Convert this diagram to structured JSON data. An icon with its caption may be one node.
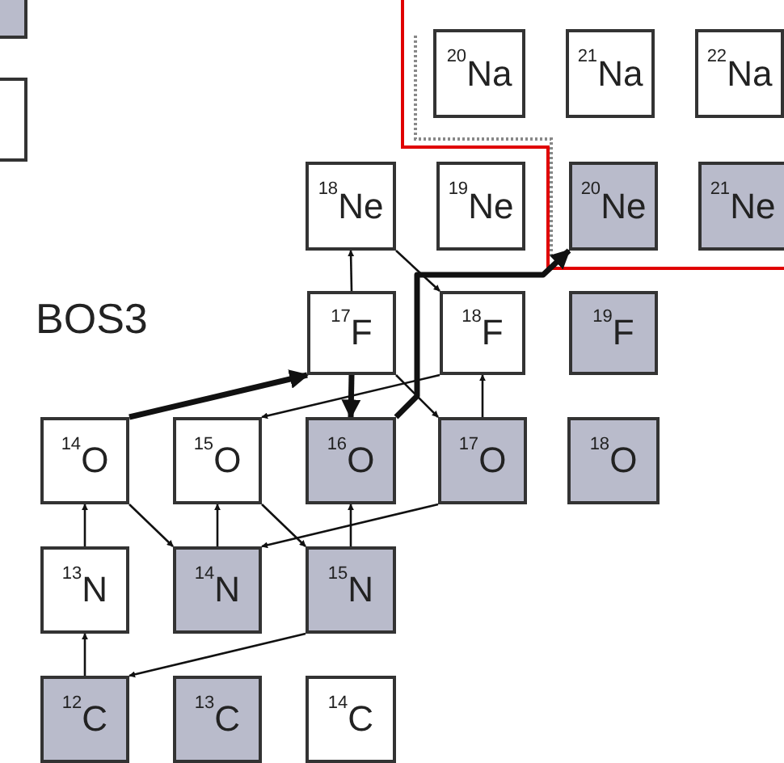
{
  "diagram": {
    "nodes": [
      {
        "text": [],
        "shape": "box"
      },
      {
        "text": [],
        "shape": "box"
      },
      {
        "text": [
          "$^{20}$Na"
        ]
      },
      {
        "text": [
          "$^{21}$Na"
        ]
      },
      {
        "text": [
          "$^{22}$Na"
        ]
      },
      {
        "text": [
          "$^{18}$Ne"
        ]
      },
      {
        "text": [
          "$^{19}$Ne"
        ]
      },
      {
        "text": [
          "$^{20}$Ne"
        ]
      },
      {
        "text": [
          "$^{21}$Ne"
        ]
      },
      {
        "text": [
          "$^{17}$F"
        ]
      },
      {
        "text": [
          "$^{18}$F"
        ]
      },
      {
        "text": [
          "$^{19}$F"
        ]
      },
      {
        "text": [
          "$^{14}$O"
        ]
      },
      {
        "text": [
          "$^{15}$O"
        ]
      },
      {
        "text": [
          "$^{16}$O"
        ]
      },
      {
        "text": [
          "$^{17}$O"
        ]
      },
      {
        "text": [
          "$^{18}$O"
        ]
      },
      {
        "text": [
          "$^{13}$N"
        ]
      },
      {
        "text": [
          "$^{14}$N"
        ]
      },
      {
        "text": [
          "$^{15}$N"
        ]
      },
      {
        "text": [
          "$^{12}$C"
        ]
      },
      {
        "text": [
          "$^{13}$C"
        ]
      },
      {
        "text": [
          "$^{14}$C"
        ]
      }
    ],
    "edges": [
      {
        "from": 20,
        "to": 17,
        "arrow": "to"
      },
      {
        "from": 17,
        "to": 12,
        "arrow": "to"
      },
      {
        "from": 12,
        "to": 18,
        "arrow": "to"
      },
      {
        "from": 18,
        "to": 13,
        "arrow": "to"
      },
      {
        "from": 13,
        "to": 19,
        "arrow": "to"
      },
      {
        "from": 19,
        "to": 20,
        "arrow": "to"
      },
      {
        "from": 19,
        "to": 14,
        "arrow": "to"
      },
      {
        "from": 12,
        "to": 9,
        "arrow": "to",
        "style": "thick"
      },
      {
        "from": 9,
        "to": 14,
        "arrow": "to",
        "style": "thick"
      },
      {
        "from": 9,
        "to": 5,
        "arrow": "to"
      },
      {
        "from": 5,
        "to": 10,
        "arrow": "to"
      },
      {
        "from": 9,
        "to": 15,
        "arrow": "to"
      },
      {
        "from": 10,
        "to": 13,
        "arrow": "to"
      },
      {
        "from": 15,
        "to": 10,
        "arrow": "to"
      },
      {
        "from": 15,
        "to": 18,
        "arrow": "to"
      },
      {
        "from": 14,
        "to": 7,
        "arrow": "to",
        "style": "thick"
      }
    ],
    "labels": [
      "BOS3"
    ]
  }
}
